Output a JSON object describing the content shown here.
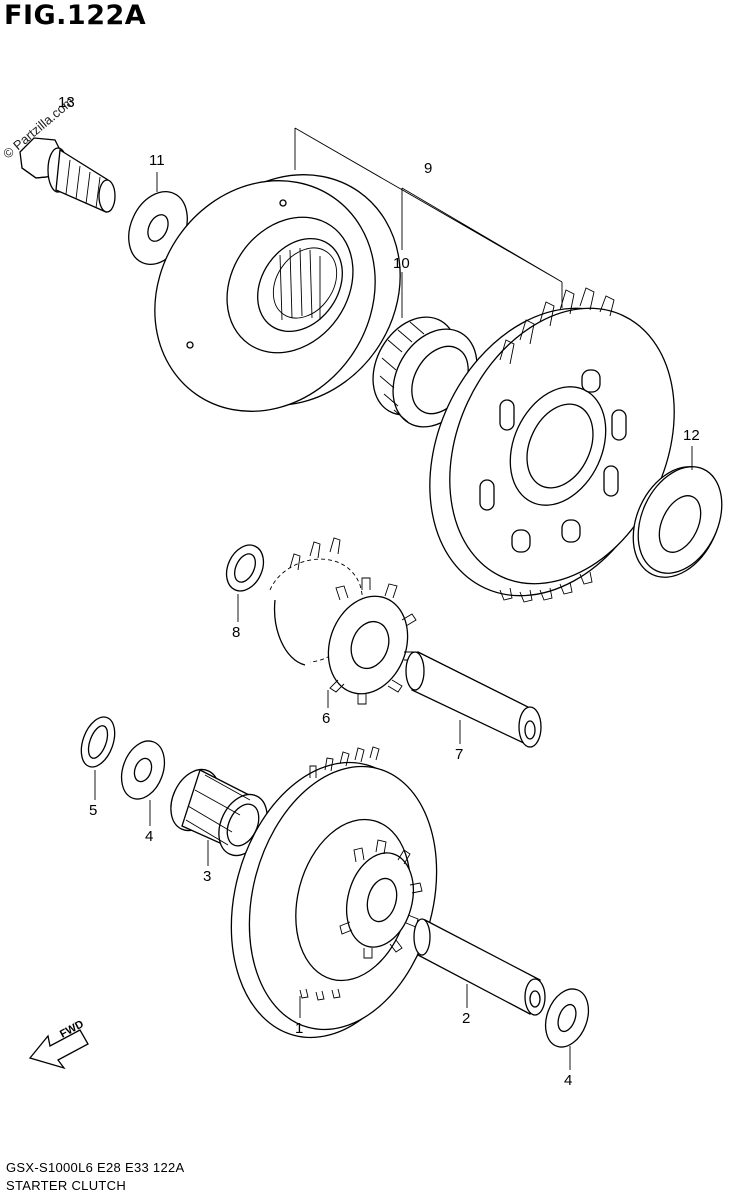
{
  "figure": {
    "title": "FIG.122A",
    "watermark": "© Partzilla.com"
  },
  "callouts": [
    {
      "id": "c13",
      "label": "13"
    },
    {
      "id": "c11",
      "label": "11"
    },
    {
      "id": "c9",
      "label": "9"
    },
    {
      "id": "c10",
      "label": "10"
    },
    {
      "id": "c12",
      "label": "12"
    },
    {
      "id": "c8",
      "label": "8"
    },
    {
      "id": "c6",
      "label": "6"
    },
    {
      "id": "c7",
      "label": "7"
    },
    {
      "id": "c5",
      "label": "5"
    },
    {
      "id": "c4a",
      "label": "4"
    },
    {
      "id": "c3",
      "label": "3"
    },
    {
      "id": "c1",
      "label": "1"
    },
    {
      "id": "c2",
      "label": "2"
    },
    {
      "id": "c4b",
      "label": "4"
    }
  ],
  "fwd_label": "FWD",
  "footer": {
    "model_line": "GSX-S1000L6  E28  E33  122A",
    "section_name": "STARTER CLUTCH"
  }
}
